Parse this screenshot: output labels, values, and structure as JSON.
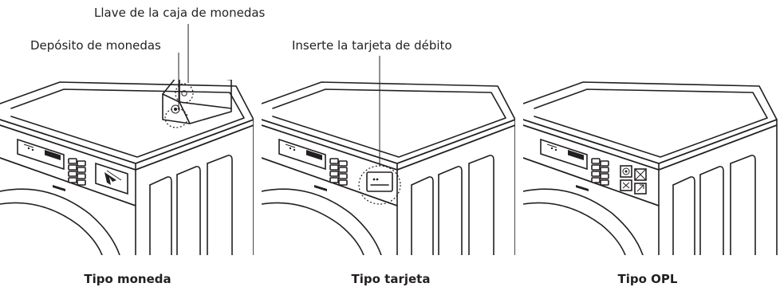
{
  "callouts": {
    "coin_box_key": "Llave de la caja de monedas",
    "coin_deposit": "Depósito de monedas",
    "insert_card": "Inserte la tarjeta de débito"
  },
  "machines": [
    {
      "type": "coin",
      "caption": "Tipo moneda"
    },
    {
      "type": "card",
      "caption": "Tipo tarjeta"
    },
    {
      "type": "opl",
      "caption": "Tipo OPL"
    }
  ],
  "colors": {
    "line": "#231f20",
    "background": "#ffffff",
    "display": "#231f20"
  }
}
